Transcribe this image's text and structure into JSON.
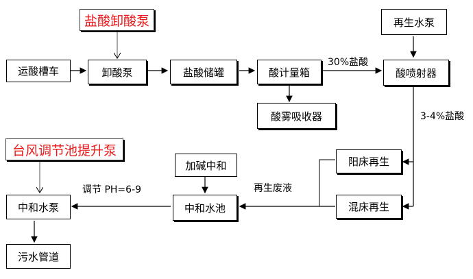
{
  "nodes": {
    "acid_unload_pump_label": "盐酸卸酸泵",
    "acid_tanker": "运酸槽车",
    "unload_pump": "卸酸泵",
    "hcl_storage_tank": "盐酸储罐",
    "acid_metering_box": "酸计量箱",
    "acid_mist_absorber": "酸雾吸收器",
    "regen_water_pump": "再生水泵",
    "acid_ejector": "酸喷射器",
    "cation_bed_regen": "阳床再生",
    "mixed_bed_regen": "混床再生",
    "alkali_neutralize": "加碱中和",
    "neutralization_pool": "中和水池",
    "typhoon_pool_pump_label": "台风调节池提升泵",
    "neutral_water_pump": "中和水泵",
    "sewage_pipe": "污水管道"
  },
  "edge_labels": {
    "acid_30": "30%盐酸",
    "acid_3_4": "3-4%盐酸",
    "regen_waste": "再生废液",
    "ph_adjust": "调节 PH=6-9"
  }
}
